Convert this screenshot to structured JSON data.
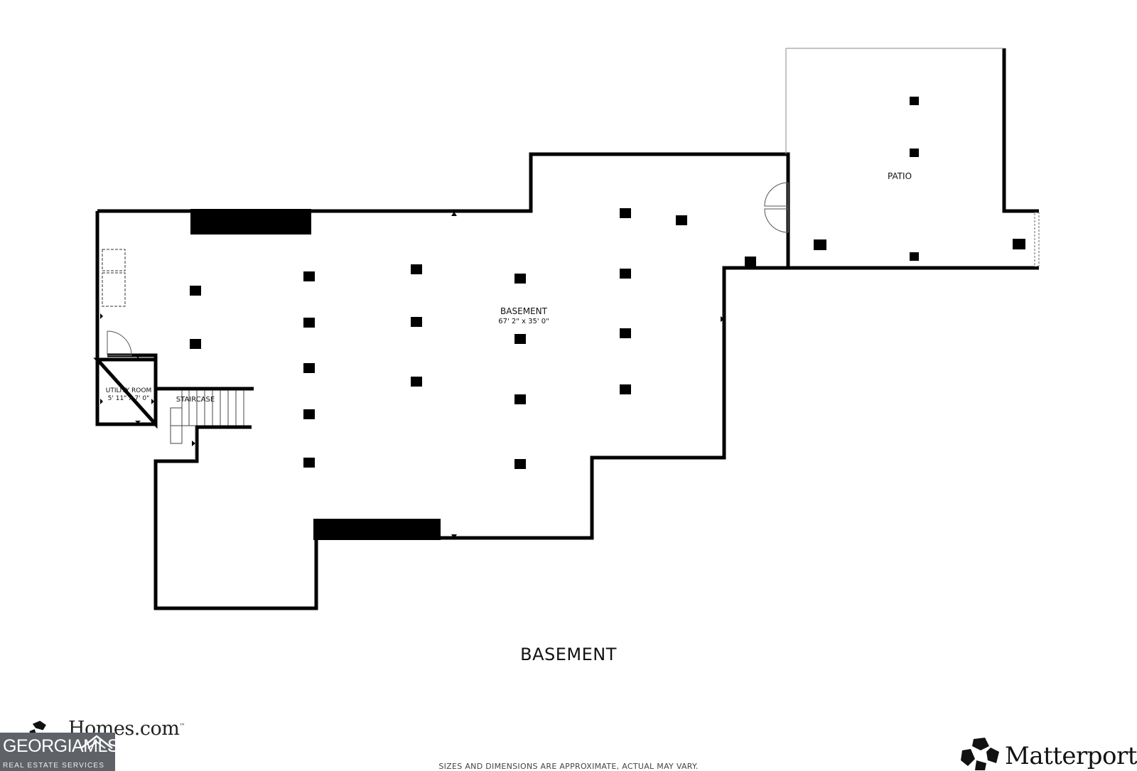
{
  "floor_title": "BASEMENT",
  "disclaimer": "SIZES AND DIMENSIONS ARE APPROXIMATE, ACTUAL MAY VARY.",
  "rooms": {
    "basement": {
      "name": "BASEMENT",
      "dims": "67' 2\" x 35' 0\""
    },
    "patio": {
      "name": "PATIO"
    },
    "utility_room": {
      "name": "UTILITY ROOM",
      "dims": "5' 11\" x 7' 0\""
    },
    "staircase": {
      "name": "STAIRCASE"
    }
  },
  "logos": {
    "homes": "Homes.com",
    "homes_mark": "™",
    "georgia_mls": "GEORGIAMLS",
    "georgia_mls_sub": "REAL ESTATE SERVICES",
    "matterport": "Matterport",
    "matterport_mark": "®"
  },
  "colors": {
    "wall": "#000000",
    "background": "#ffffff",
    "mls_badge": "#5f6368"
  }
}
